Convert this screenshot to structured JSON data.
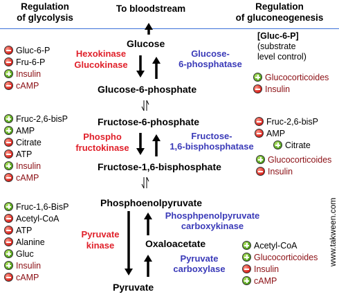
{
  "headers": {
    "left": [
      "Regulation",
      "of glycolysis"
    ],
    "center": "To bloodstream",
    "right": [
      "Regulation",
      "of gluconeogenesis"
    ]
  },
  "metabolites": {
    "glucose": "Glucose",
    "g6p": "Glucose-6-phosphate",
    "f6p": "Fructose-6-phosphate",
    "f16bp": "Fructose-1,6-bisphosphate",
    "pep": "Phosphoenolpyruvate",
    "oaa": "Oxaloacetate",
    "pyruvate": "Pyruvate"
  },
  "enzymes": {
    "hexo": [
      "Hexokinase",
      "Glucokinase"
    ],
    "g6pase": [
      "Glucose-",
      "6-phosphatase"
    ],
    "pfk": [
      "Phospho",
      "fructokinase"
    ],
    "fbpase": [
      "Fructose-",
      "1,6-bisphosphatase"
    ],
    "pk": [
      "Pyruvate",
      "kinase"
    ],
    "pepck": [
      "Phosphpenolpyruvate",
      "carboxykinase"
    ],
    "pc": [
      "Pyruvate",
      "carboxylase"
    ]
  },
  "right_note": {
    "bold": "[Gluc-6-P]",
    "lines": [
      "(substrate",
      "level control)"
    ]
  },
  "regulators": {
    "left_top": [
      {
        "sign": "minus",
        "text": "Gluc-6-P",
        "color": "black"
      },
      {
        "sign": "minus",
        "text": "Fru-6-P",
        "color": "black"
      },
      {
        "sign": "plus",
        "text": "Insulin",
        "color": "red"
      },
      {
        "sign": "minus",
        "text": "cAMP",
        "color": "red"
      }
    ],
    "left_mid": [
      {
        "sign": "plus",
        "text": "Fruc-2,6-bisP",
        "color": "black"
      },
      {
        "sign": "plus",
        "text": "AMP",
        "color": "black"
      },
      {
        "sign": "minus",
        "text": "Citrate",
        "color": "black"
      },
      {
        "sign": "minus",
        "text": "ATP",
        "color": "black"
      },
      {
        "sign": "plus",
        "text": "Insulin",
        "color": "red"
      },
      {
        "sign": "minus",
        "text": "cAMP",
        "color": "red"
      }
    ],
    "left_bot": [
      {
        "sign": "plus",
        "text": "Fruc-1,6-BisP",
        "color": "black"
      },
      {
        "sign": "minus",
        "text": "Acetyl-CoA",
        "color": "black"
      },
      {
        "sign": "minus",
        "text": "ATP",
        "color": "black"
      },
      {
        "sign": "minus",
        "text": "Alanine",
        "color": "black"
      },
      {
        "sign": "plus",
        "text": "Gluc",
        "color": "black"
      },
      {
        "sign": "plus",
        "text": "Insulin",
        "color": "red"
      },
      {
        "sign": "minus",
        "text": "cAMP",
        "color": "red"
      }
    ],
    "right_top": [
      {
        "sign": "plus",
        "text": "Glucocorticoides",
        "color": "red"
      },
      {
        "sign": "minus",
        "text": "Insulin",
        "color": "red"
      }
    ],
    "right_mid_a": [
      {
        "sign": "minus",
        "text": "Fruc-2,6-bisP",
        "color": "black"
      },
      {
        "sign": "minus",
        "text": "AMP",
        "color": "black"
      }
    ],
    "right_mid_b": [
      {
        "sign": "plus",
        "text": "Citrate",
        "color": "black"
      }
    ],
    "right_mid_c": [
      {
        "sign": "plus",
        "text": "Glucocorticoides",
        "color": "red"
      },
      {
        "sign": "minus",
        "text": "Insulin",
        "color": "red"
      }
    ],
    "right_bot": [
      {
        "sign": "plus",
        "text": "Acetyl-CoA",
        "color": "black"
      },
      {
        "sign": "plus",
        "text": "Glucocorticoides",
        "color": "red"
      },
      {
        "sign": "minus",
        "text": "Insulin",
        "color": "red"
      },
      {
        "sign": "plus",
        "text": "cAMP",
        "color": "red"
      }
    ]
  },
  "watermark": "www.takween.com"
}
